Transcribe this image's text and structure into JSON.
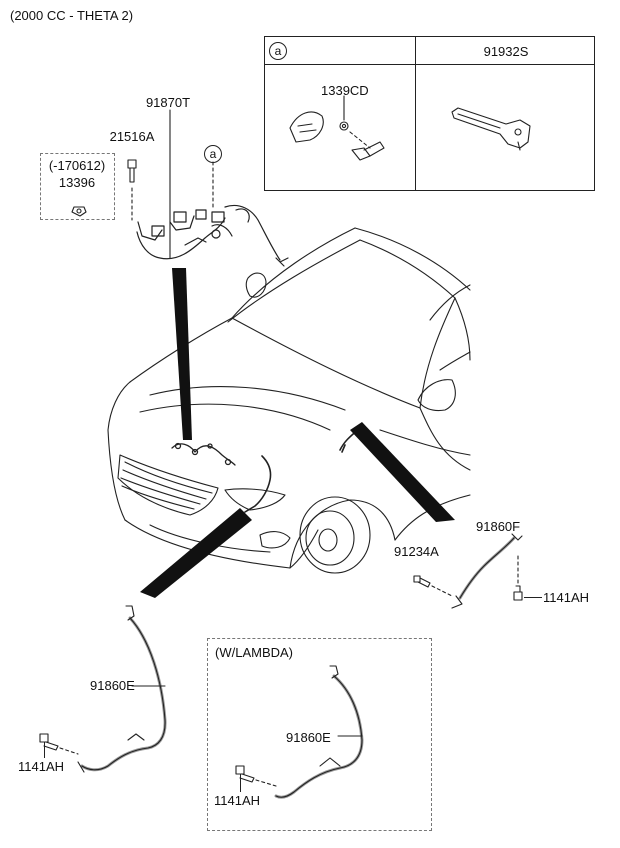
{
  "header": {
    "engine_label": "(2000 CC - THETA 2)"
  },
  "inset_table": {
    "callout_letter": "a",
    "col2_part": "91932S",
    "col1_part": "1339CD"
  },
  "parts": {
    "main_harness": "91870T",
    "bolt_top": "21516A",
    "date_note": "(-170612)",
    "nut": "13396",
    "callout_a": "a",
    "right_sensor": "91860F",
    "right_bolt": "91234A",
    "right_screw": "1141AH",
    "left_sensor": "91860E",
    "left_screw": "1141AH",
    "lambda_title": "(W/LAMBDA)",
    "lambda_sensor": "91860E",
    "lambda_screw": "1141AH"
  },
  "colors": {
    "line": "#222222",
    "arrow": "#111111",
    "wire": "#9a9a9a"
  }
}
